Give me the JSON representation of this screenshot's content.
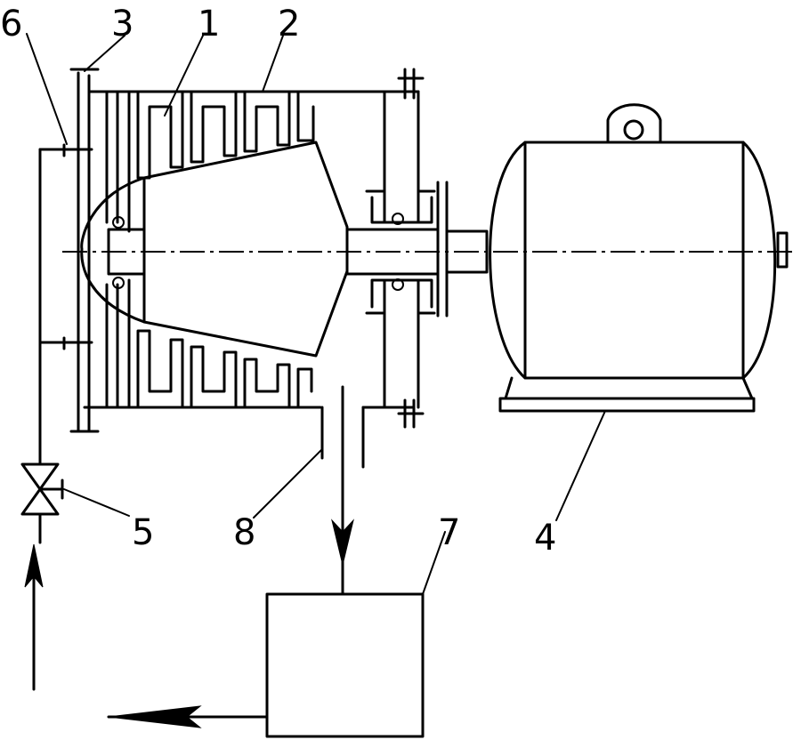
{
  "labels": {
    "l1": "1",
    "l2": "2",
    "l3": "3",
    "l4": "4",
    "l5": "5",
    "l6": "6",
    "l7": "7",
    "l8": "8"
  },
  "colors": {
    "ink": "#000000",
    "paper": "#ffffff"
  }
}
